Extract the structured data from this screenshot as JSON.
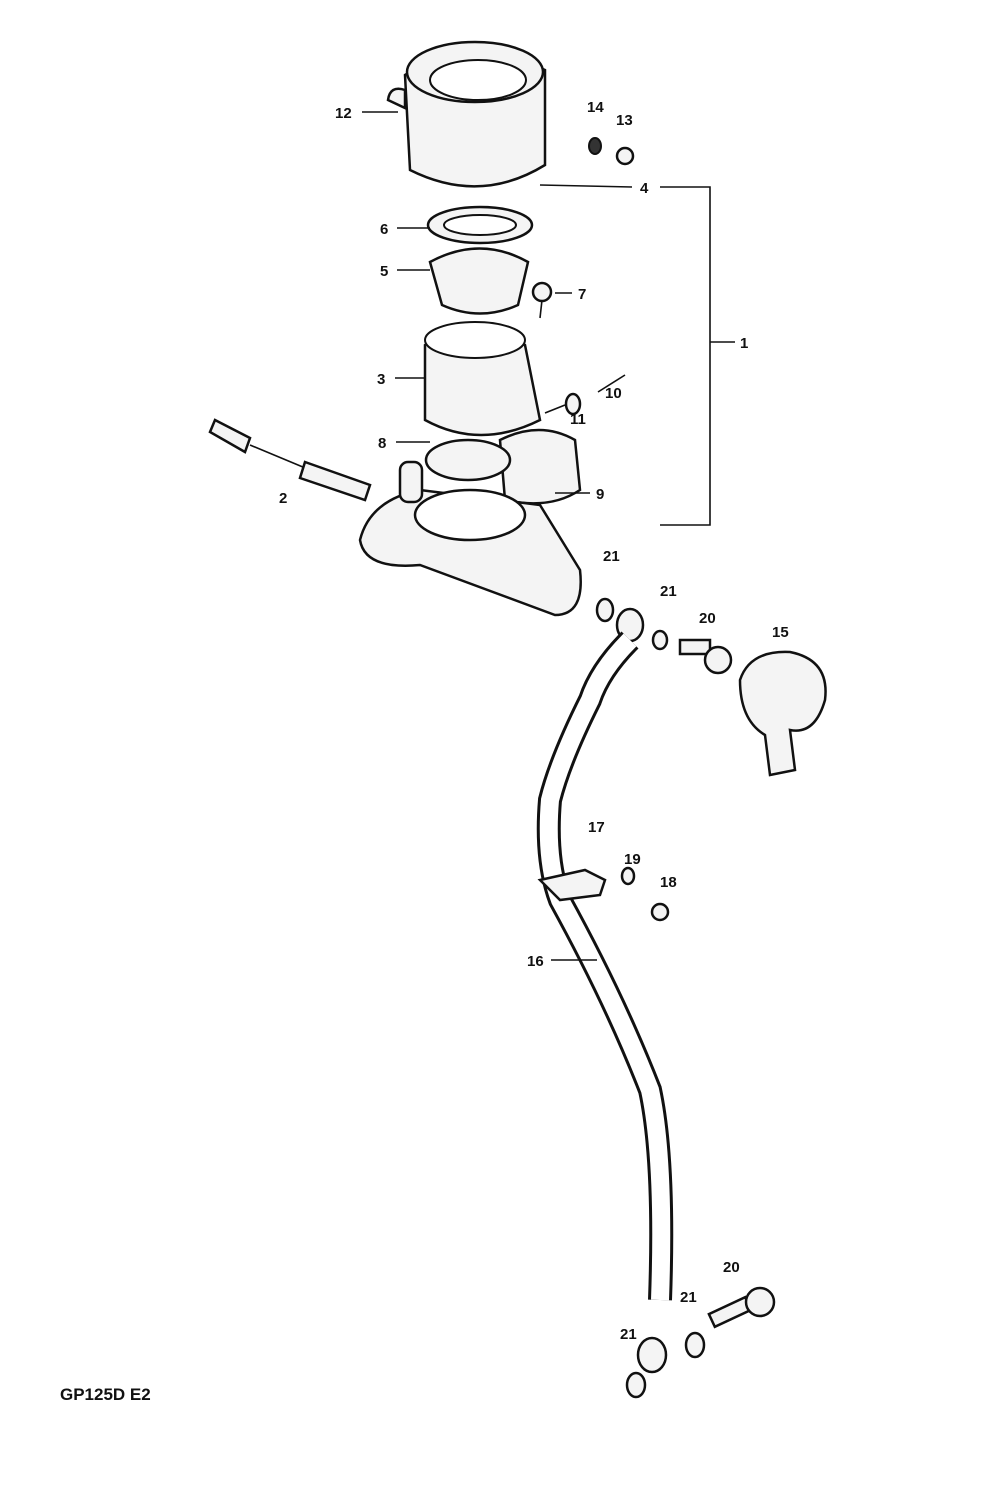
{
  "diagram": {
    "code": "GP125D E2",
    "callouts": {
      "c1": "1",
      "c2": "2",
      "c3": "3",
      "c4": "4",
      "c5": "5",
      "c6": "6",
      "c7": "7",
      "c8": "8",
      "c9": "9",
      "c10": "10",
      "c11": "11",
      "c12": "12",
      "c13": "13",
      "c14": "14",
      "c15": "15",
      "c16": "16",
      "c17": "17",
      "c18": "18",
      "c19": "19",
      "c20a": "20",
      "c20b": "20",
      "c21a": "21",
      "c21b": "21",
      "c21c": "21",
      "c21d": "21"
    }
  }
}
